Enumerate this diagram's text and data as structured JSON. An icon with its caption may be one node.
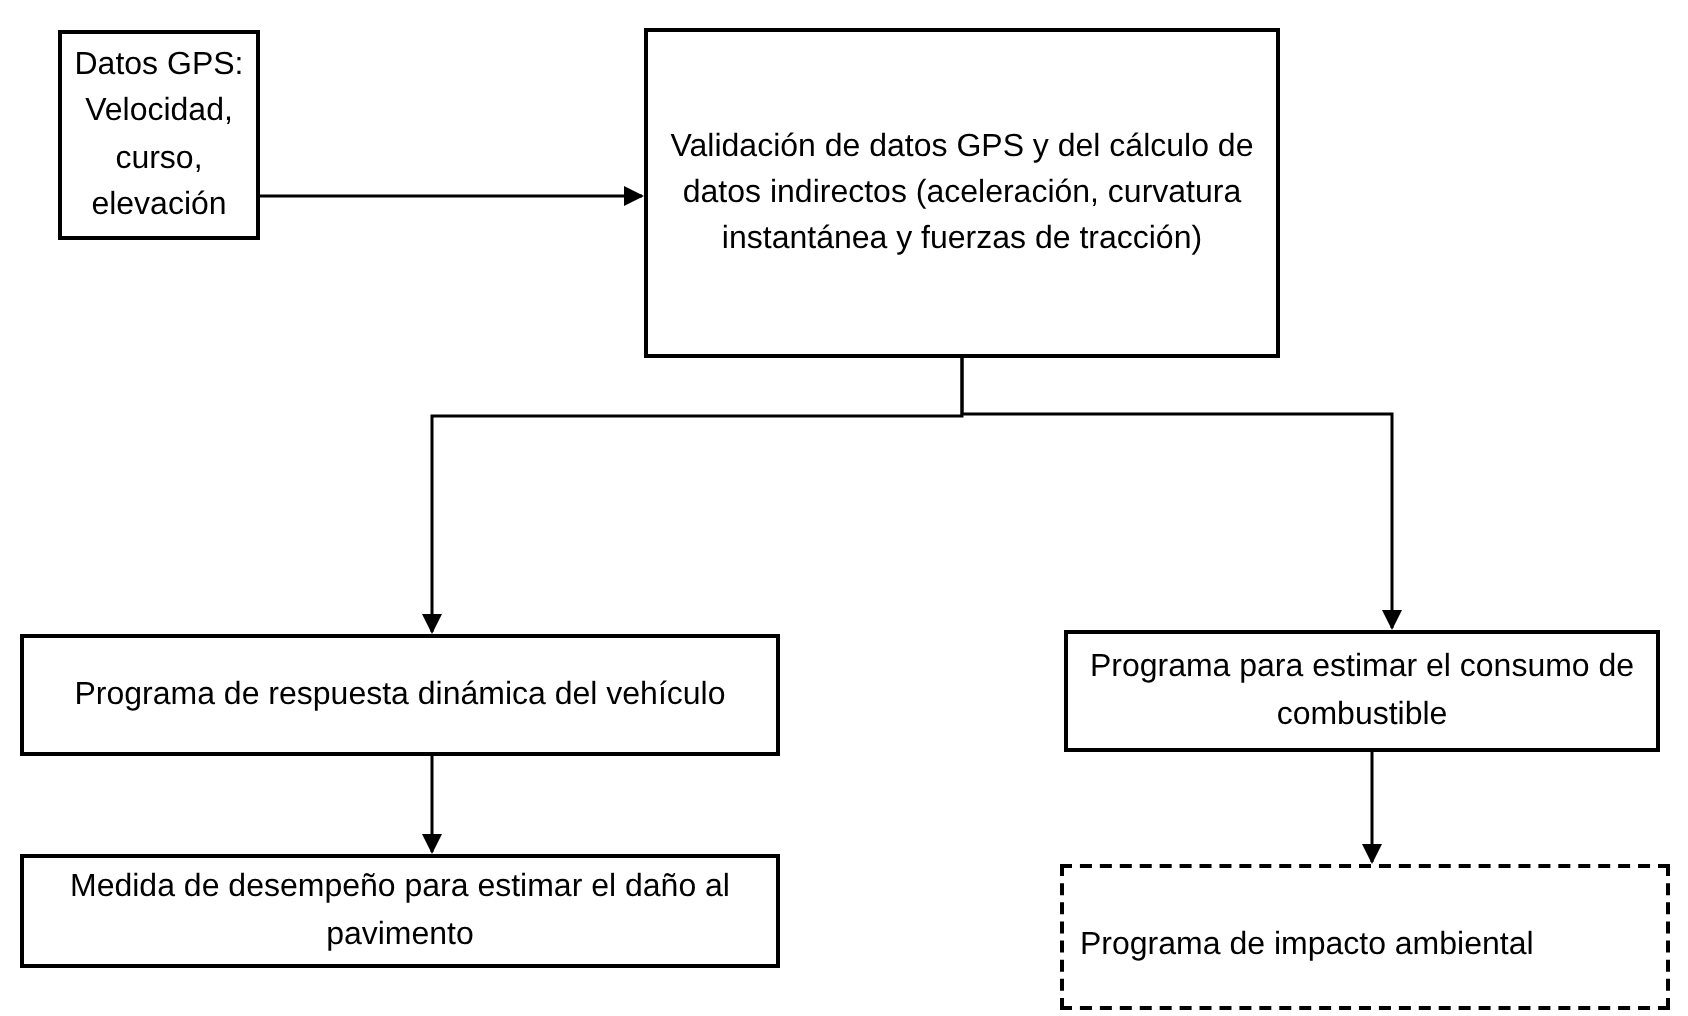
{
  "diagram": {
    "nodes": [
      {
        "text": [
          "Datos GPS: Velocidad, curso, elevación"
        ]
      },
      {
        "text": [
          "Validación de datos GPS y del cálculo de datos indirectos (aceleración, curvatura instantánea y fuerzas de tracción)"
        ]
      },
      {
        "text": [
          "Programa de respuesta dinámica del vehículo"
        ]
      },
      {
        "text": [
          "Programa para estimar el consumo de combustible"
        ]
      },
      {
        "text": [
          "Medida de desempeño para estimar el daño al pavimento"
        ]
      },
      {
        "text": [
          "Programa de impacto ambiental"
        ]
      }
    ],
    "edges": [
      {
        "from": 0,
        "to": 1,
        "arrow": "to"
      },
      {
        "from": 1,
        "to": 2,
        "arrow": "to"
      },
      {
        "from": 1,
        "to": 3,
        "arrow": "to"
      },
      {
        "from": 2,
        "to": 4,
        "arrow": "to"
      },
      {
        "from": 3,
        "to": 5,
        "arrow": "to"
      }
    ]
  }
}
